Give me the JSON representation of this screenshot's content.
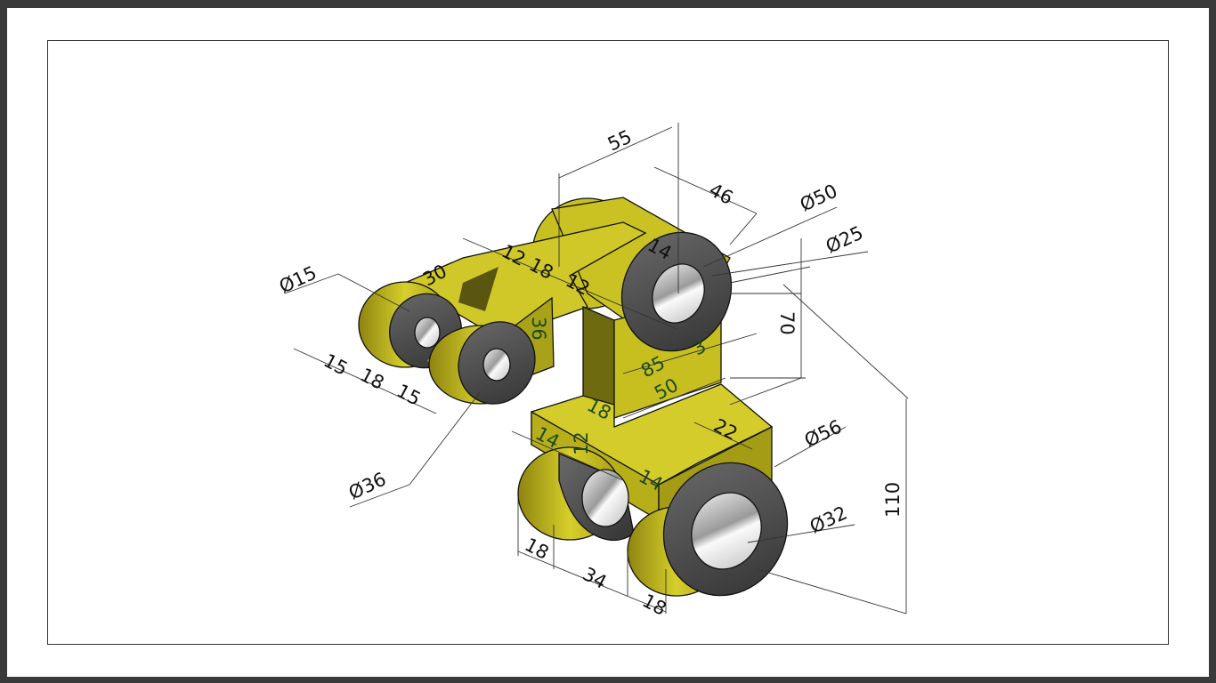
{
  "drawing": {
    "colors": {
      "body": "#c8c020",
      "face_dark": "#4a4a4a",
      "hole": "#d8d8d8",
      "frame": "#3a3a3a"
    },
    "dimensions": {
      "top_length": "55",
      "boss_width": "46",
      "boss_outer_dia": "Ø50",
      "boss_inner_dia": "Ø25",
      "slot_14_top": "14",
      "arm_12_left": "12",
      "arm_18": "18",
      "arm_12_right": "12",
      "clevis_30": "30",
      "clevis_hole_dia": "Ø15",
      "clevis_36": "36",
      "height_70": "70",
      "depth_85": "85",
      "offset_3": "3",
      "web_50": "50",
      "clevis_15_a": "15",
      "clevis_18": "18",
      "clevis_15_b": "15",
      "web_18": "18",
      "base_14_left": "14",
      "base_12": "12",
      "base_22": "22",
      "base_14_front": "14",
      "lug_outer_dia": "Ø56",
      "clevis_outer_dia": "Ø36",
      "lug_inner_dia": "Ø32",
      "height_110": "110",
      "bottom_18_a": "18",
      "bottom_34": "34",
      "bottom_18_b": "18"
    }
  }
}
